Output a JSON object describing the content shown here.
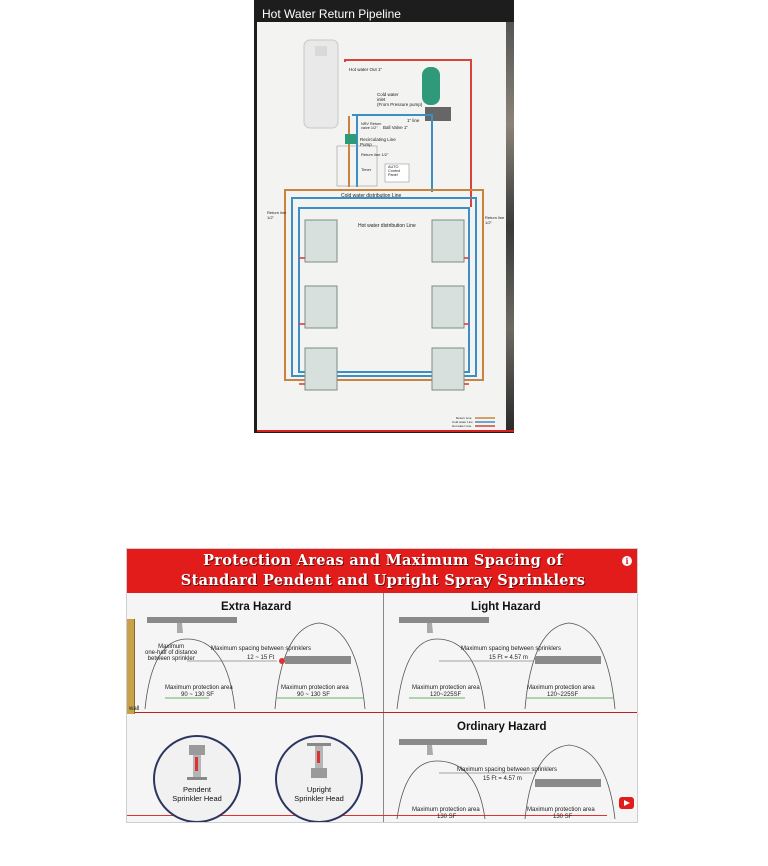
{
  "video_top": {
    "title": "Hot Water Return Pipeline",
    "labels": {
      "hot_water_out": "Hot water Out  1\"",
      "cold_water_inlet": "Cold water\ninlet\n(From Pressure pump)",
      "one_inch_line": "1\" line",
      "ball_valve": "Ball Valve 1\"",
      "nrv": "NRV Return\nvalve 1/2\"",
      "recirculating_pump": "Recirculating Line\nPump",
      "return_line_half": "Return line 1/2\"",
      "timer": "Timer",
      "auto_control": "AUTO\nControl\nPanel",
      "cold_distribution": "Cold water distribution Line",
      "hot_distribution": "Hot water distribution Line",
      "return_line_left": "Return line\n1/2\"",
      "return_line_right": "Return line\n1/2\"",
      "legend": [
        "Return Line",
        "Cold water Line",
        "Hot water Line"
      ]
    },
    "colors": {
      "hot": "#d9433a",
      "cold": "#3c8fc4",
      "return": "#c9833c",
      "tank": "#e9e9e9",
      "pump": "#2f9a7a"
    }
  },
  "video_bottom": {
    "title_line1": "Protection Areas and Maximum Spacing of",
    "title_line2": "Standard Pendent and Upright Spray Sprinklers",
    "info_icon": "i",
    "extra_hazard": {
      "title": "Extra Hazard",
      "max_half_distance": "Maximum\none-half of distance\nbetween sprinkler",
      "spacing": "Maximum  spacing between sprinklers",
      "spacing_value": "12 ~ 15 Ft",
      "area_left": "Maximum protection area",
      "area_left_value": "90 ~ 130 SF",
      "area_right": "Maximum  protection  area",
      "area_right_value": "90 ~ 130 SF",
      "wall": "wall"
    },
    "light_hazard": {
      "title": "Light Hazard",
      "spacing": "Maximum  spacing between sprinklers",
      "spacing_value": "15 Ft = 4.57 m",
      "area_left": "Maximum protection area",
      "area_left_value": "120~225SF",
      "area_right": "Maximum protection area",
      "area_right_value": "120~225SF"
    },
    "ordinary_hazard": {
      "title": "Ordinary Hazard",
      "spacing": "Maximum spacing between sprinklers",
      "spacing_value": "15 Ft = 4.57 m",
      "area_left": "Maximum protection area",
      "area_left_value": "130 SF",
      "area_right": "Maximum protection area",
      "area_right_value": "130 SF"
    },
    "pendent_label": "Pendent\nSprinkler Head",
    "upright_label": "Upright\nSprinkler Head",
    "colors": {
      "banner": "#e21b1b",
      "circle": "#2b3560"
    }
  }
}
